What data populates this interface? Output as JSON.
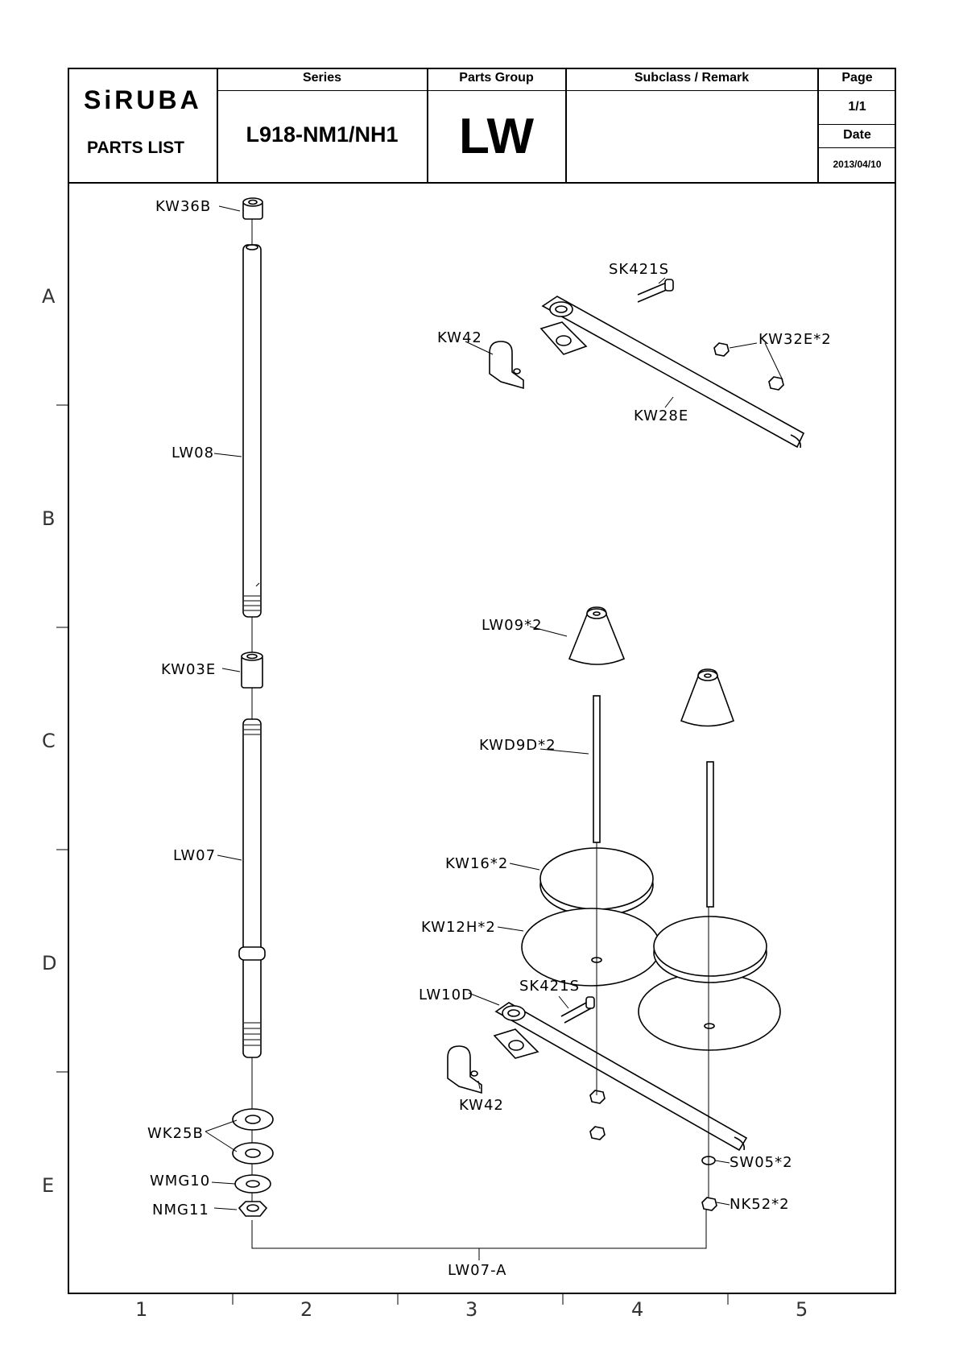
{
  "header": {
    "logo": "SiRUBA",
    "doc_type": "PARTS LIST",
    "series_label": "Series",
    "series_value": "L918-NM1/NH1",
    "parts_group_label": "Parts Group",
    "parts_group_value": "LW",
    "subclass_label": "Subclass / Remark",
    "subclass_value": "",
    "page_label": "Page",
    "page_value": "1/1",
    "date_label": "Date",
    "date_value": "2013/04/10"
  },
  "grid": {
    "rows": [
      "A",
      "B",
      "C",
      "D",
      "E"
    ],
    "columns": [
      "1",
      "2",
      "3",
      "4",
      "5"
    ]
  },
  "parts": [
    {
      "code": "KW36B"
    },
    {
      "code": "LW08"
    },
    {
      "code": "KW03E"
    },
    {
      "code": "LW07"
    },
    {
      "code": "WK25B"
    },
    {
      "code": "WMG10"
    },
    {
      "code": "NMG11"
    },
    {
      "code": "LW07-A"
    },
    {
      "code": "SK421S"
    },
    {
      "code": "KW42"
    },
    {
      "code": "KW32E*2"
    },
    {
      "code": "KW28E"
    },
    {
      "code": "LW09*2"
    },
    {
      "code": "KWD9D*2"
    },
    {
      "code": "KW16*2"
    },
    {
      "code": "KW12H*2"
    },
    {
      "code": "LW10D"
    },
    {
      "code": "SK421S"
    },
    {
      "code": "KW42"
    },
    {
      "code": "SW05*2"
    },
    {
      "code": "NK52*2"
    }
  ]
}
